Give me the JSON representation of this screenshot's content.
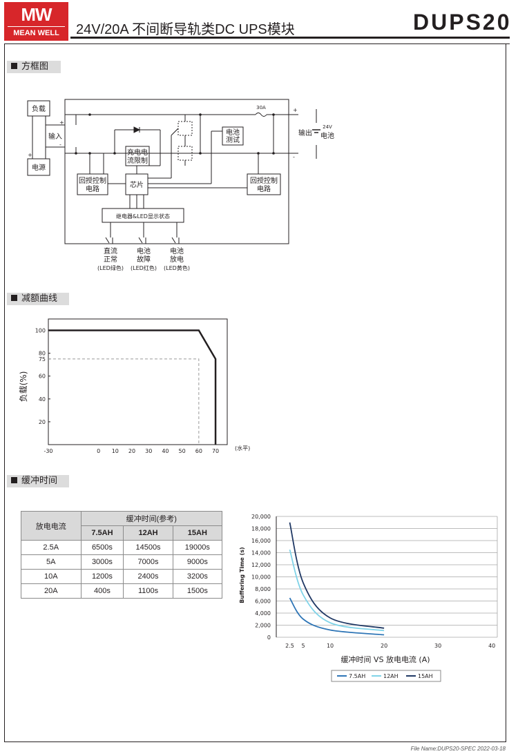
{
  "header": {
    "logo_mw": "MW",
    "logo_name": "MEAN WELL",
    "title": "24V/20A 不间断导轨类DC UPS模块",
    "model": "DUPS20"
  },
  "sections": {
    "block": "方框图",
    "derating": "减额曲线",
    "buffer": "缓冲时间"
  },
  "block_diagram": {
    "load": "负载",
    "input": "输入",
    "power": "电源",
    "fuse": "30A",
    "output": "输出",
    "battery_v": "24V",
    "battery": "电池",
    "charge_l1": "充电电",
    "charge_l2": "流限制",
    "bat_test_l1": "电池",
    "bat_test_l2": "测试",
    "fb_left_l1": "回授控制",
    "fb_left_l2": "电路",
    "chip": "芯片",
    "fb_right_l1": "回授控制",
    "fb_right_l2": "电路",
    "relay_bar": "继电器&LED显示状态",
    "plus": "+",
    "minus": "-",
    "led1_l1": "直流",
    "led1_l2": "正常",
    "led1_l3": "(LED绿色)",
    "led2_l1": "电池",
    "led2_l2": "故障",
    "led2_l3": "(LED红色)",
    "led3_l1": "电池",
    "led3_l2": "放电",
    "led3_l3": "(LED黄色)"
  },
  "derating": {
    "ylabel": "负载(%)",
    "xunit": "(水平)",
    "x_ticks": [
      "-30",
      "0",
      "10",
      "20",
      "30",
      "40",
      "50",
      "60",
      "70"
    ],
    "y_ticks": [
      "100",
      "80",
      "75",
      "60",
      "40",
      "20"
    ],
    "curve": [
      [
        -30,
        100
      ],
      [
        60,
        100
      ],
      [
        70,
        75
      ],
      [
        70,
        0
      ]
    ],
    "dash_point": [
      60,
      75
    ],
    "xlim": [
      -30,
      77
    ],
    "ylim": [
      0,
      110
    ]
  },
  "buffer_table": {
    "head_col": "放电电流",
    "head_group": "缓冲时间(参考)",
    "cols": [
      "7.5AH",
      "12AH",
      "15AH"
    ],
    "rows": [
      [
        "2.5A",
        "6500s",
        "14500s",
        "19000s"
      ],
      [
        "5A",
        "3000s",
        "7000s",
        "9000s"
      ],
      [
        "10A",
        "1200s",
        "2400s",
        "3200s"
      ],
      [
        "20A",
        "400s",
        "1100s",
        "1500s"
      ]
    ]
  },
  "chart_data": {
    "type": "line",
    "xlabel": "缓冲时间 VS 放电电流 (A)",
    "ylabel": "Buffering Time (s)",
    "x_ticks": [
      "2.5",
      "5",
      "10",
      "20",
      "30",
      "40"
    ],
    "x_tick_values": [
      2.5,
      5,
      10,
      20,
      30,
      40
    ],
    "y_ticks": [
      "0",
      "2,000",
      "4,000",
      "6,000",
      "8,000",
      "10,000",
      "12,000",
      "14,000",
      "16,000",
      "18,000",
      "20,000"
    ],
    "xlim": [
      0,
      41
    ],
    "ylim": [
      0,
      20000
    ],
    "grid": true,
    "legend_position": "bottom",
    "x": [
      2.5,
      5,
      10,
      20
    ],
    "series": [
      {
        "name": "7.5AH",
        "color": "#2e75b6",
        "values": [
          6500,
          3000,
          1200,
          400
        ]
      },
      {
        "name": "12AH",
        "color": "#7fd3e8",
        "values": [
          14500,
          7000,
          2400,
          1100
        ]
      },
      {
        "name": "15AH",
        "color": "#1f3864",
        "values": [
          19000,
          9000,
          3200,
          1500
        ]
      }
    ]
  },
  "footer": "File Name:DUPS20-SPEC   2022-03-18"
}
